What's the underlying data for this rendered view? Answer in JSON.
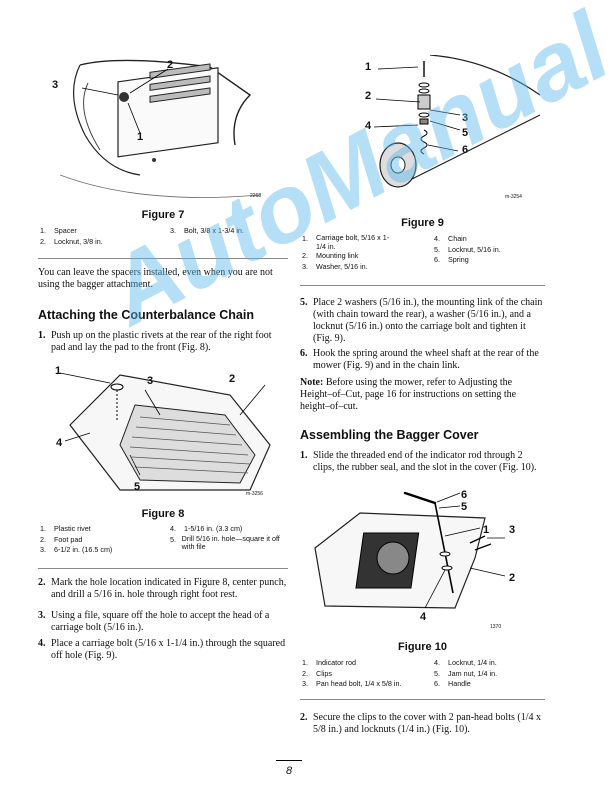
{
  "figure7": {
    "title": "Figure 7",
    "code": "2268",
    "callouts": [
      "3",
      "2",
      "1"
    ],
    "legend": [
      {
        "num": "1.",
        "text": "Spacer"
      },
      {
        "num": "2.",
        "text": "Locknut, 3/8 in."
      },
      {
        "num": "3.",
        "text": "Bolt, 3/8 x 1-3/4 in."
      }
    ]
  },
  "figure9": {
    "title": "Figure 9",
    "code": "m-3254",
    "callouts": [
      "1",
      "2",
      "3",
      "4",
      "5",
      "6"
    ],
    "legend": [
      {
        "num": "1.",
        "text": "Carriage bolt, 5/16 x 1-1/4 in."
      },
      {
        "num": "2.",
        "text": "Mounting link"
      },
      {
        "num": "3.",
        "text": "Washer, 5/16 in."
      },
      {
        "num": "4.",
        "text": "Chain"
      },
      {
        "num": "5.",
        "text": "Locknut, 5/16 in."
      },
      {
        "num": "6.",
        "text": "Spring"
      }
    ]
  },
  "figure8": {
    "title": "Figure 8",
    "code": "m-3256",
    "callouts": [
      "1",
      "3",
      "2",
      "4",
      "5"
    ],
    "legend": [
      {
        "num": "1.",
        "text": "Plastic rivet"
      },
      {
        "num": "2.",
        "text": "Foot pad"
      },
      {
        "num": "3.",
        "text": "6-1/2 in. (16.5 cm)"
      },
      {
        "num": "4.",
        "text": "1-5/16 in. (3.3 cm)"
      },
      {
        "num": "5.",
        "text": "Drill 5/16 in. hole—square it off with file"
      }
    ]
  },
  "figure10": {
    "title": "Figure 10",
    "code": "1370",
    "callouts": [
      "6",
      "5",
      "1",
      "3",
      "2",
      "4"
    ],
    "legend": [
      {
        "num": "1.",
        "text": "Indicator rod"
      },
      {
        "num": "2.",
        "text": "Clips"
      },
      {
        "num": "3.",
        "text": "Pan head bolt, 1/4 x 5/8 in."
      },
      {
        "num": "4.",
        "text": "Locknut, 1/4 in."
      },
      {
        "num": "5.",
        "text": "Jam nut, 1/4 in."
      },
      {
        "num": "6.",
        "text": "Handle"
      }
    ]
  },
  "left": {
    "spacers_note": "You can leave the spacers installed, even when you are not using the bagger attachment.",
    "heading": "Attaching the Counterbalance Chain",
    "step1": "Push up on the plastic rivets at the rear of the right foot pad and lay the pad to the front (Fig. 8).",
    "step2": "Mark the hole location indicated in Figure 8, center punch, and drill a 5/16 in. hole through right foot rest.",
    "step3": "Using a file, square off the hole to accept the head of a carriage bolt (5/16 in.).",
    "step4": "Place a carriage bolt (5/16 x 1-1/4 in.) through the squared off hole (Fig. 9)."
  },
  "right": {
    "step5": "Place 2 washers (5/16 in.), the mounting link of the chain (with chain toward the rear), a washer (5/16 in.), and a locknut (5/16 in.) onto the carriage bolt and tighten it (Fig. 9).",
    "step6": "Hook the spring around the wheel shaft at the rear of the mower (Fig. 9) and in the chain link.",
    "note_label": "Note:",
    "note_text": "Before using the mower, refer to Adjusting the Height–of–Cut, page 16 for instructions on setting the height–of–cut.",
    "heading": "Assembling the Bagger Cover",
    "b_step1": "Slide the threaded end of the indicator rod through 2 clips, the rubber seal, and the slot in the cover (Fig. 10).",
    "b_step2": "Secure the clips to the cover with 2 pan-head bolts (1/4 x 5/8 in.) and locknuts (1/4 in.) (Fig. 10)."
  },
  "nums": {
    "s1": "1.",
    "s2": "2.",
    "s3": "3.",
    "s4": "4.",
    "s5": "5.",
    "s6": "6."
  },
  "page_number": "8",
  "watermark": "AutoManual"
}
